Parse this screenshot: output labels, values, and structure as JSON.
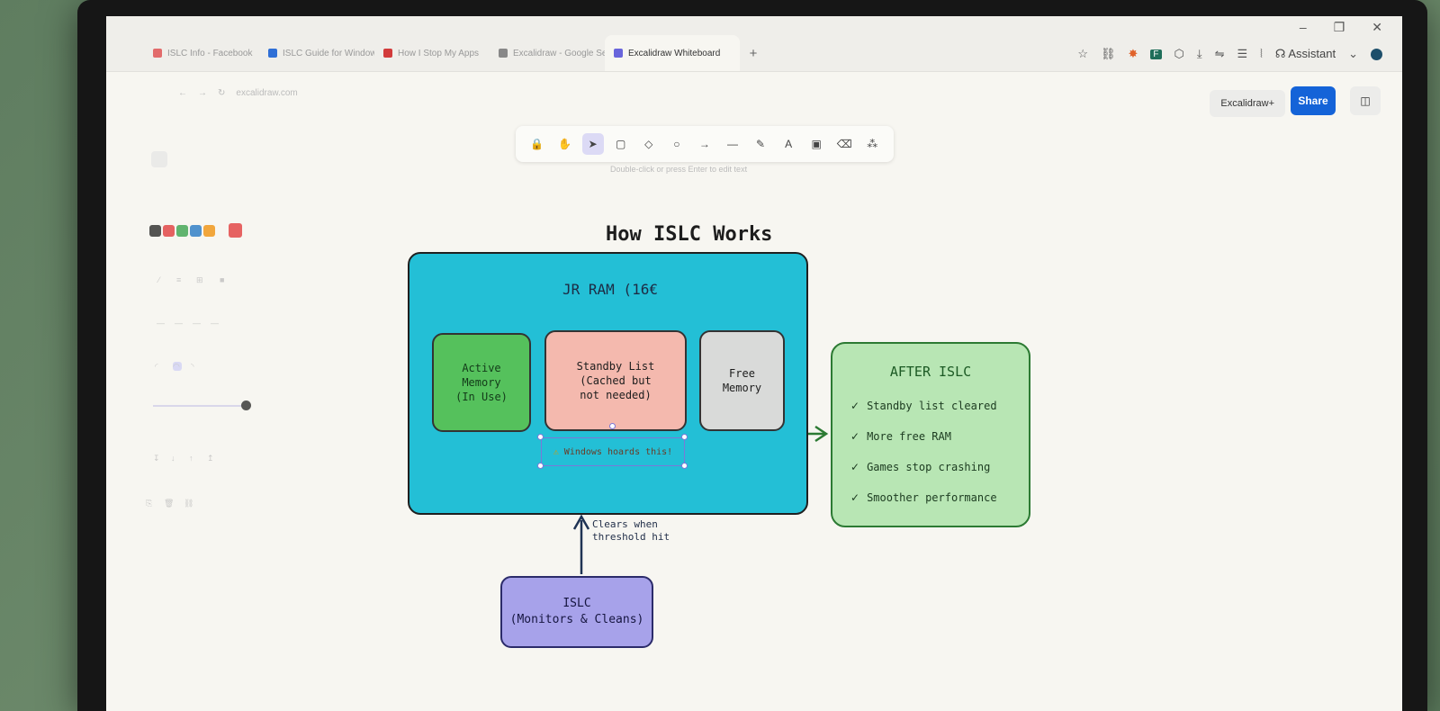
{
  "browser": {
    "tabs": [
      {
        "label": "ISLC Info - Facebook",
        "color": "#e26b6b"
      },
      {
        "label": "ISLC Guide for Windows",
        "color": "#2f6fd6"
      },
      {
        "label": "How I Stop My Apps",
        "color": "#d23b3b"
      },
      {
        "label": "Excalidraw - Google Sea",
        "color": "#888888"
      },
      {
        "label": "Excalidraw Whiteboard",
        "color": "#6965db"
      }
    ],
    "add_tab": "+",
    "window_controls": {
      "minimize": "–",
      "maximize": "❐",
      "close": "✕"
    },
    "assistant_label": "Assistant",
    "url": "excalidraw.com"
  },
  "toolbar": {
    "tools": [
      {
        "name": "lock",
        "glyph": "🔒"
      },
      {
        "name": "hand",
        "glyph": "✋"
      },
      {
        "name": "selection",
        "glyph": "➤"
      },
      {
        "name": "rectangle",
        "glyph": "▢"
      },
      {
        "name": "diamond",
        "glyph": "◇"
      },
      {
        "name": "ellipse",
        "glyph": "○"
      },
      {
        "name": "arrow",
        "glyph": "→"
      },
      {
        "name": "line",
        "glyph": "—"
      },
      {
        "name": "draw",
        "glyph": "✎"
      },
      {
        "name": "text",
        "glyph": "A"
      },
      {
        "name": "image",
        "glyph": "▣"
      },
      {
        "name": "eraser",
        "glyph": "⌫"
      },
      {
        "name": "more-tools",
        "glyph": "⁂"
      }
    ],
    "active_tool": "selection",
    "hint": "Double-click or press Enter to edit text"
  },
  "header_buttons": {
    "excalidraw_plus": "Excalidraw+",
    "share": "Share"
  },
  "panel": {
    "stroke_colors": [
      "#1e1e1e",
      "#e03131",
      "#2f9e44",
      "#1971c2",
      "#f08c00"
    ],
    "current_color": "#e03131"
  },
  "diagram": {
    "title": "How ISLC Works",
    "ram_label": "JR RAM (16€",
    "active_memory": "Active\nMemory\n(In Use)",
    "standby_list": "Standby List\n(Cached but\nnot needed)",
    "free_memory": "Free\nMemory",
    "warning_icon": "⚠",
    "warning_text": "Windows hoards this!",
    "after_title": "AFTER ISLC",
    "after_items": [
      "Standby list cleared",
      "More free RAM",
      "Games stop crashing",
      "Smoother performance"
    ],
    "check_glyph": "✓",
    "islc_box": "ISLC\n(Monitors & Cleans)",
    "clears_label": "Clears when\nthreshold hit"
  }
}
